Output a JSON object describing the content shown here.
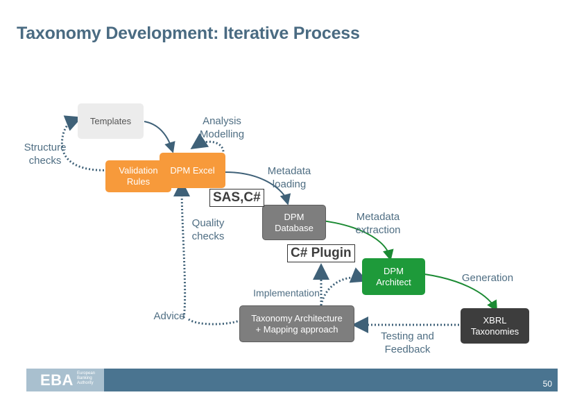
{
  "slide": {
    "title": "Taxonomy Development: Iterative Process",
    "page_number": "50"
  },
  "nodes": {
    "templates": "Templates",
    "validation_rules": "Validation\nRules",
    "dpm_excel": "DPM Excel",
    "dpm_database": "DPM\nDatabase",
    "dpm_architect": "DPM\nArchitect",
    "taxonomy_architecture": "Taxonomy Architecture\n+ Mapping approach",
    "xbrl_taxonomies": "XBRL\nTaxonomies"
  },
  "labels": {
    "structure_checks": "Structure\nchecks",
    "analysis_modelling": "Analysis\nModelling",
    "metadata_loading": "Metadata\nloading",
    "quality_checks": "Quality\nchecks",
    "metadata_extraction": "Metadata\nextraction",
    "generation": "Generation",
    "implementation": "Implementation",
    "advice": "Advice",
    "testing_feedback": "Testing and\nFeedback"
  },
  "tags": {
    "sas_csharp": "SAS,C#",
    "csharp_plugin": "C# Plugin"
  },
  "logo": {
    "mark": "EBA",
    "subtitle": "European\nBanking\nAuthority"
  },
  "colors": {
    "title": "#4a6b82",
    "orange": "#f79a3b",
    "green": "#1e9a3a",
    "arrow_gray": "#5d7f95",
    "footer": "#4a7490"
  }
}
